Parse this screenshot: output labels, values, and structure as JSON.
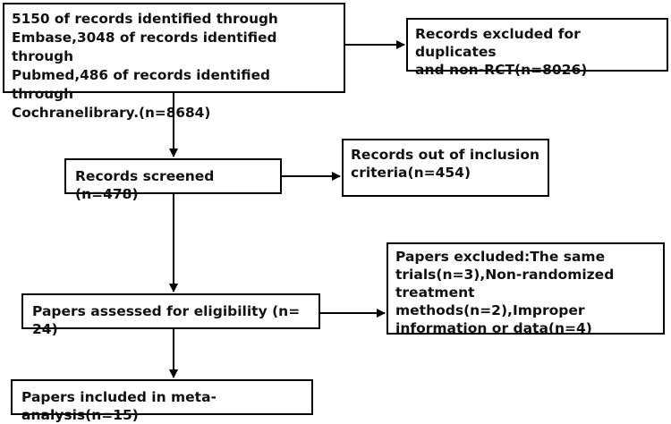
{
  "flowchart": {
    "identified": "5150 of records identified through\nEmbase,3048 of records identified through\nPubmed,486 of records identified through\nCochranelibrary.(n=8684)",
    "excluded_duplicates": "Records excluded for duplicates\nand non-RCT(n=8026)",
    "screened": "Records screened (n=478)",
    "out_of_criteria": "Records out of inclusion\ncriteria(n=454)",
    "papers_excluded": "Papers excluded:The same\ntrials(n=3),Non-randomized\ntreatment methods(n=2),Improper\ninformation or data(n=4)",
    "assessed": "Papers assessed for eligibility (n= 24)",
    "included": "Papers included in meta-analysis(n=15)"
  }
}
